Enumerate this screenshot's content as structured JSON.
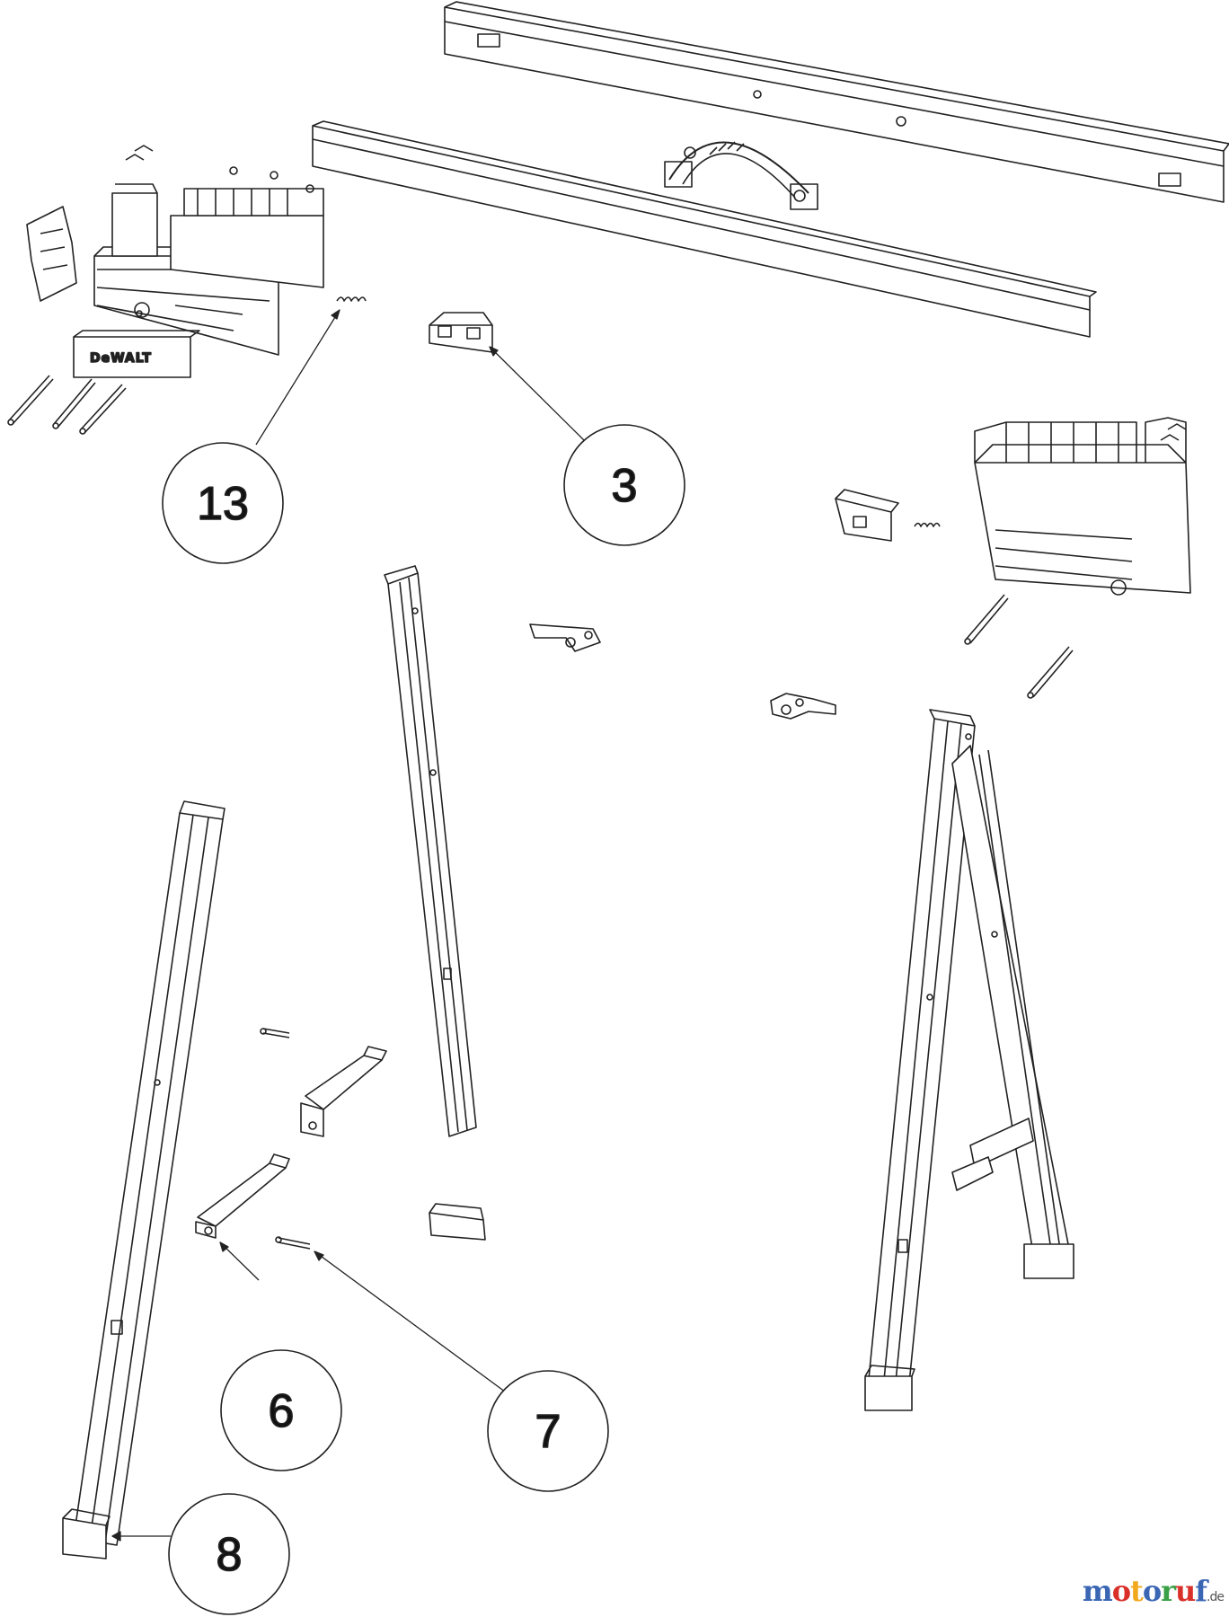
{
  "diagram": {
    "brand_plate": "DeWALT",
    "callouts": [
      {
        "label": "13"
      },
      {
        "label": "3"
      },
      {
        "label": "6"
      },
      {
        "label": "7"
      },
      {
        "label": "8"
      }
    ]
  },
  "watermark": {
    "letters": [
      {
        "ch": "m",
        "color": "#3a66b4"
      },
      {
        "ch": "o",
        "color": "#d9302a"
      },
      {
        "ch": "t",
        "color": "#f2a81d"
      },
      {
        "ch": "o",
        "color": "#3a66b4"
      },
      {
        "ch": "r",
        "color": "#3aa046"
      },
      {
        "ch": "u",
        "color": "#d9302a"
      },
      {
        "ch": "f",
        "color": "#3a66b4"
      }
    ],
    "suffix": ".de"
  }
}
